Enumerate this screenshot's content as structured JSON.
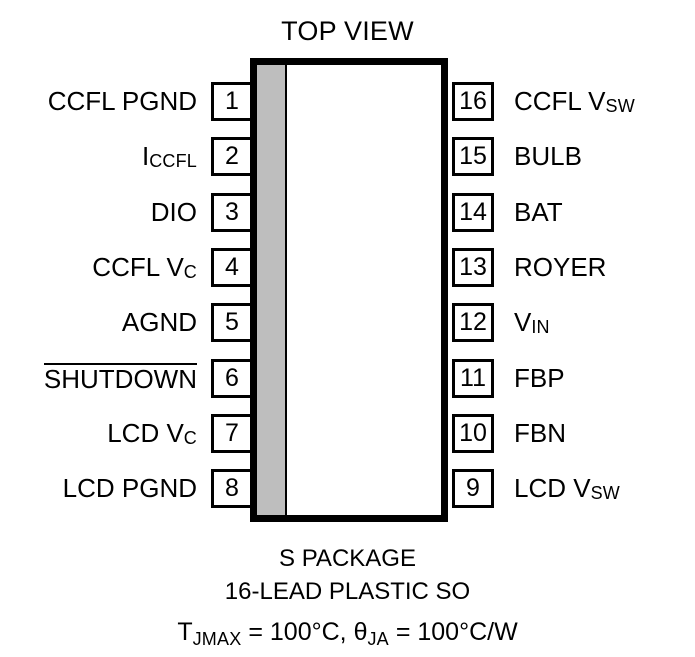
{
  "title": "TOP VIEW",
  "package": {
    "body_fill": "#FFFFFF",
    "band_fill": "#BEBEBE",
    "outline_color": "#000000"
  },
  "pins": {
    "left": [
      {
        "number": "1",
        "label": "CCFL PGND",
        "base": "CCFL PGND",
        "sub": "",
        "overline": false
      },
      {
        "number": "2",
        "label": "ICCFL",
        "base": "I",
        "sub": "CCFL",
        "overline": false
      },
      {
        "number": "3",
        "label": "DIO",
        "base": "DIO",
        "sub": "",
        "overline": false
      },
      {
        "number": "4",
        "label": "CCFL VC",
        "base": "CCFL V",
        "sub": "C",
        "overline": false
      },
      {
        "number": "5",
        "label": "AGND",
        "base": "AGND",
        "sub": "",
        "overline": false
      },
      {
        "number": "6",
        "label": "SHUTDOWN",
        "base": "SHUTDOWN",
        "sub": "",
        "overline": true
      },
      {
        "number": "7",
        "label": "LCD VC",
        "base": "LCD V",
        "sub": "C",
        "overline": false
      },
      {
        "number": "8",
        "label": "LCD PGND",
        "base": "LCD PGND",
        "sub": "",
        "overline": false
      }
    ],
    "right": [
      {
        "number": "16",
        "label": "CCFL VSW",
        "base": "CCFL V",
        "sub": "SW",
        "overline": false
      },
      {
        "number": "15",
        "label": "BULB",
        "base": "BULB",
        "sub": "",
        "overline": false
      },
      {
        "number": "14",
        "label": "BAT",
        "base": "BAT",
        "sub": "",
        "overline": false
      },
      {
        "number": "13",
        "label": "ROYER",
        "base": "ROYER",
        "sub": "",
        "overline": false
      },
      {
        "number": "12",
        "label": "VIN",
        "base": "V",
        "sub": "IN",
        "overline": false
      },
      {
        "number": "11",
        "label": "FBP",
        "base": "FBP",
        "sub": "",
        "overline": false
      },
      {
        "number": "10",
        "label": "FBN",
        "base": "FBN",
        "sub": "",
        "overline": false
      },
      {
        "number": "9",
        "label": "LCD VSW",
        "base": "LCD V",
        "sub": "SW",
        "overline": false
      }
    ]
  },
  "caption": {
    "line1": "S PACKAGE",
    "line2": "16-LEAD PLASTIC SO",
    "thermal": {
      "tj_symbol": "T",
      "tj_sub": "JMAX",
      "tj_value": " = 100°C, ",
      "theta_symbol": "θ",
      "theta_sub": "JA",
      "theta_value": " = 100°C/W"
    }
  }
}
